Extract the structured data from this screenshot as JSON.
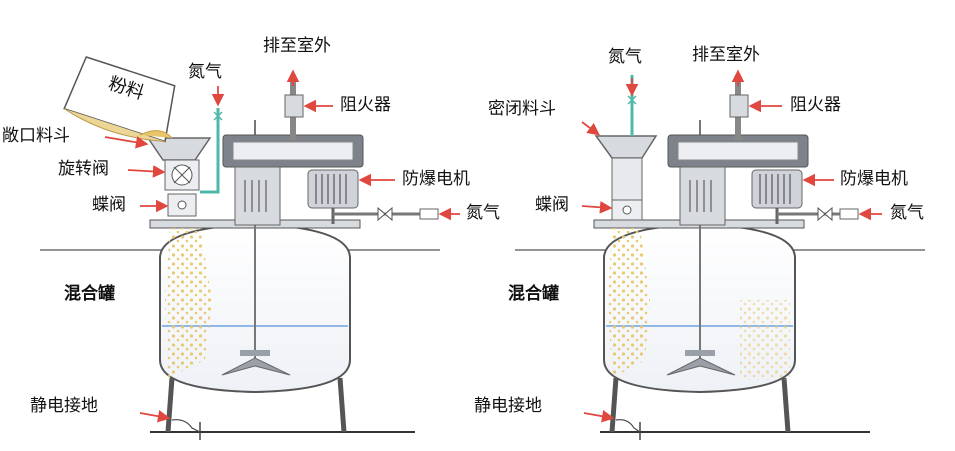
{
  "left": {
    "powder_bag": "粉料",
    "open_hopper": "敞口料斗",
    "rotary_valve": "旋转阀",
    "butterfly_valve": "蝶阀",
    "nitrogen_top": "氮气",
    "vent_outdoor": "排至室外",
    "flame_arrester": "阻火器",
    "explosion_proof_motor": "防爆电机",
    "nitrogen_side": "氮气",
    "mixing_tank": "混合罐",
    "static_ground": "静电接地"
  },
  "right": {
    "nitrogen_top": "氮气",
    "vent_outdoor": "排至室外",
    "sealed_hopper": "密闭料斗",
    "flame_arrester": "阻火器",
    "explosion_proof_motor": "防爆电机",
    "butterfly_valve": "蝶阀",
    "nitrogen_side": "氮气",
    "mixing_tank": "混合罐",
    "static_ground": "静电接地"
  },
  "colors": {
    "arrow_red": "#e0473f",
    "nitrogen_pipe": "#4fb8a8",
    "liquid_line": "#8fb8e8",
    "powder_gold": "#e8c66a",
    "equipment_gray": "#c9ccd2",
    "equipment_dark": "#6b6f78"
  }
}
